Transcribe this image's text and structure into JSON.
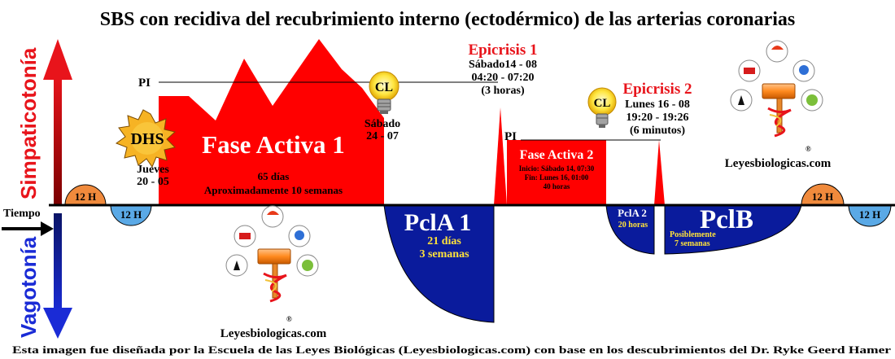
{
  "title": "SBS con recidiva del recubrimiento interno (ectodérmico) de las arterias coronarias",
  "axis": {
    "sympathicotonia": "Simpaticotonía",
    "vagotonia": "Vagotonía",
    "time": "Tiempo"
  },
  "normotonia_left": "12 H",
  "normotonia_left_low": "12 H",
  "normotonia_right": "12 H",
  "normotonia_right_low": "12 H",
  "pi_1": "PI",
  "pi_2": "PI",
  "dhs": {
    "label": "DHS",
    "day": "Jueves",
    "date": "20 - 05"
  },
  "fase_activa_1": {
    "label": "Fase Activa 1",
    "duration": "65 días",
    "approx": "Aproximadamente 10 semanas"
  },
  "cl_1": {
    "label": "CL",
    "day": "Sábado",
    "date": "24 - 07"
  },
  "epicrisis_1": {
    "label": "Epicrisis 1",
    "line1": "Sábado14 - 08",
    "line2": "04:20 - 07:20",
    "line3": "(3 horas)"
  },
  "fase_activa_2": {
    "label": "Fase Activa 2",
    "line1": "Inicio: Sábado 14, 07:30",
    "line2": "Fin: Lunes 16, 01:00",
    "line3": "40 horas"
  },
  "cl_2": {
    "label": "CL"
  },
  "epicrisis_2": {
    "label": "Epicrisis 2",
    "line1": "Lunes 16 - 08",
    "line2": "19:20 - 19:26",
    "line3": "(6 minutos)"
  },
  "pcla_1": {
    "label": "PclA 1",
    "line1": "21 días",
    "line2": "3 semanas"
  },
  "pcla_2": {
    "label": "PclA 2",
    "line1": "20 horas"
  },
  "pclb": {
    "label": "PclB",
    "line1": "Posiblemente",
    "line2": "7 semanas"
  },
  "logo_text": "Leyesbiologicas.com",
  "logo_registered": "®",
  "footer": "Esta imagen fue diseñada por la Escuela de las Leyes Biológicas (Leyesbiologicas.com) con base en los descubrimientos del Dr. Ryke Geerd Hamer",
  "colors": {
    "active": "#ff0000",
    "pcl": "#0a1b9c",
    "normotonia_up": "#f08a3c",
    "normotonia_down": "#5aa9e6",
    "epicrisis_text": "#e8141b",
    "pcl_text": "#ffe23a",
    "sympathicotonia": "#e8141b",
    "vagotonia": "#1a2bd6"
  }
}
